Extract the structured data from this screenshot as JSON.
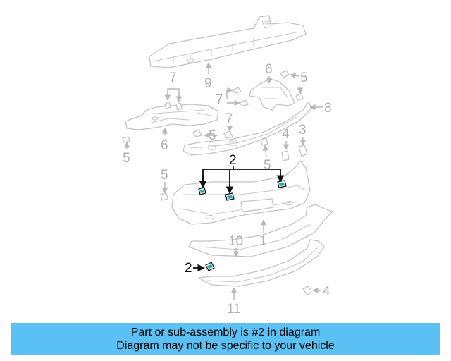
{
  "callouts": {
    "c9": "9",
    "c7a": "7",
    "c6a": "6",
    "c5a": "5",
    "c7b": "7",
    "c8": "8",
    "c6b": "6",
    "c7c": "7",
    "c5b": "5",
    "c4a": "4",
    "c3": "3",
    "c5c": "5",
    "c2a": "2",
    "c5d": "5",
    "c5e": "5",
    "c10": "10",
    "c1": "1",
    "c2b": "2",
    "c4b": "4",
    "c11": "11"
  },
  "banner": {
    "line1": "Part or sub-assembly is #2 in diagram",
    "line2": "Diagram may not be specific to your vehicle",
    "background": "#5bc1f5"
  },
  "highlight_color": "#2aa9b4"
}
